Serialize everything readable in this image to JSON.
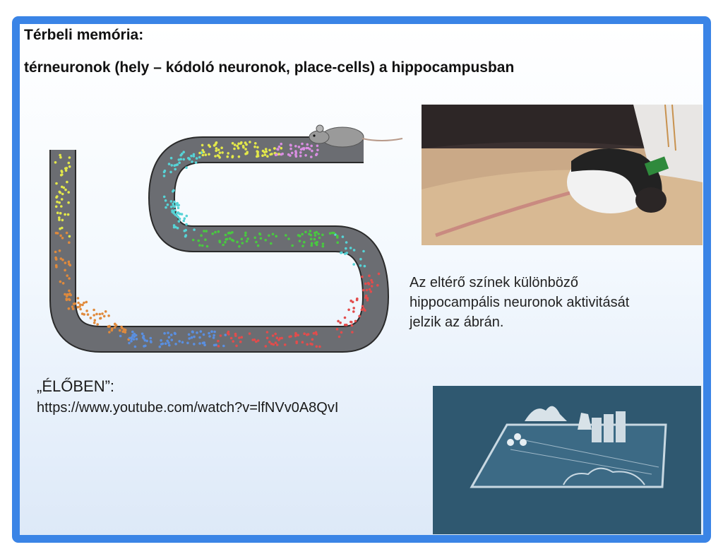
{
  "slide": {
    "title_line1": "Térbeli memória:",
    "title_line2": "térneuronok (hely – kódoló neuronok, place-cells) a hippocampusban",
    "caption_lines": [
      "Az eltérő színek különböző",
      "hippocampális neuronok aktivitását",
      "jelzik az ábrán."
    ],
    "live_label": "„ÉLŐBEN”:",
    "live_url": "https://www.youtube.com/watch?v=lfNVv0A8QvI"
  },
  "colors": {
    "frame": "#3a84e6",
    "track": "#6b6d72",
    "neurons": [
      "#e3e84a",
      "#d98ee2",
      "#56d3d6",
      "#49c940",
      "#e24c4c",
      "#5a8fe0",
      "#e08a3c"
    ]
  }
}
